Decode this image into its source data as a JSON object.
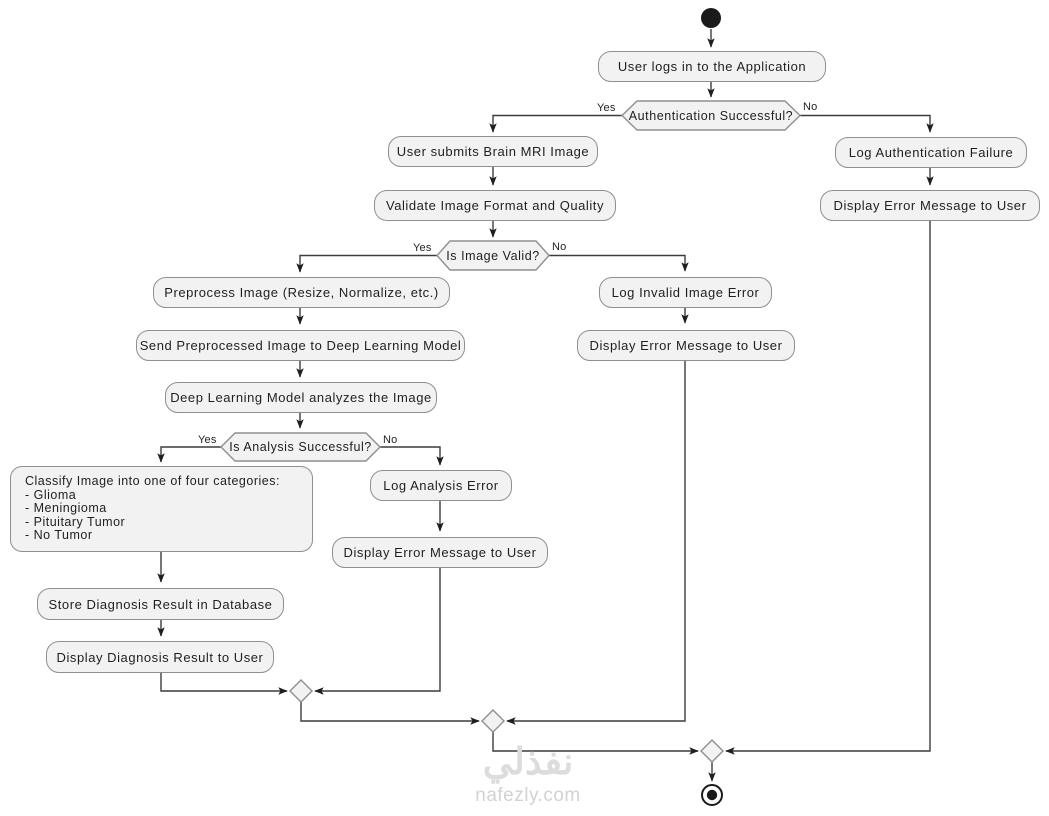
{
  "diagram": {
    "nodes": {
      "user_login": "User logs in to the Application",
      "auth_decision": "Authentication Successful?",
      "submit_mri": "User submits Brain MRI Image",
      "validate_image": "Validate Image Format and Quality",
      "valid_decision": "Is Image Valid?",
      "preprocess": "Preprocess Image (Resize, Normalize, etc.)",
      "send_to_model": "Send Preprocessed Image to Deep Learning Model",
      "analyze": "Deep Learning Model analyzes the Image",
      "analysis_decision": "Is Analysis Successful?",
      "classify": {
        "title": "Classify Image into one of four categories:",
        "items": [
          "- Glioma",
          "- Meningioma",
          "- Pituitary Tumor",
          "- No Tumor"
        ]
      },
      "store_result": "Store Diagnosis Result in Database",
      "display_result": "Display Diagnosis Result to User",
      "log_analysis_error": "Log Analysis Error",
      "display_error_analysis": "Display Error Message to User",
      "log_invalid_image": "Log Invalid Image Error",
      "display_error_invalid": "Display Error Message to User",
      "log_auth_failure": "Log Authentication Failure",
      "display_error_auth": "Display Error Message to User"
    },
    "edge_labels": {
      "auth_yes": "Yes",
      "auth_no": "No",
      "valid_yes": "Yes",
      "valid_no": "No",
      "analysis_yes": "Yes",
      "analysis_no": "No"
    },
    "colors": {
      "node_fill": "#f2f2f2",
      "node_border": "#8f8f8f",
      "edge": "#3c3c3c",
      "text": "#1f1f1f"
    }
  },
  "watermark": {
    "brand_arabic": "نفذلي",
    "brand_domain": "nafezly.com"
  }
}
